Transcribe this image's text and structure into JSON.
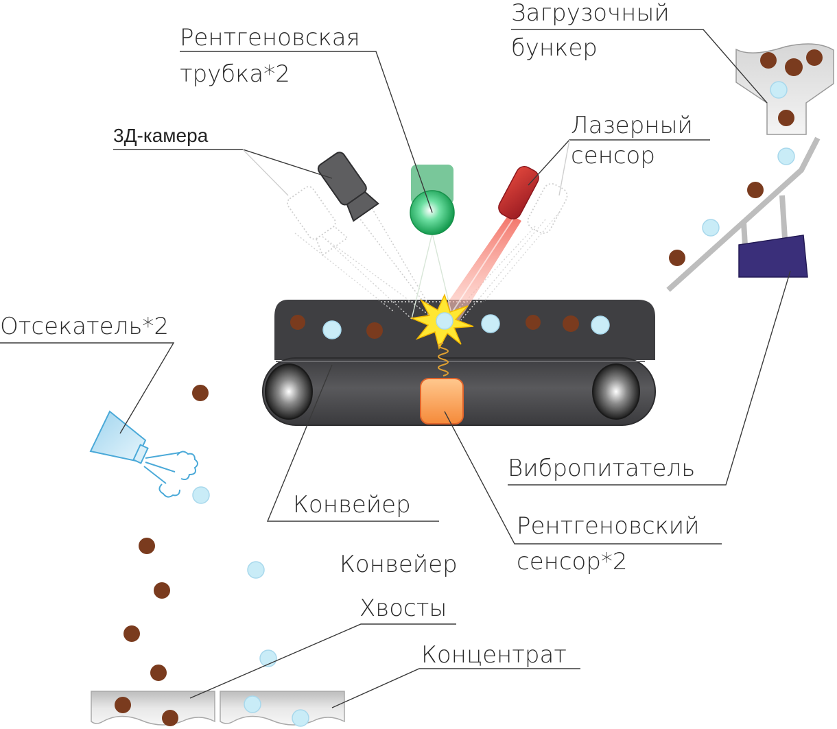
{
  "labels": {
    "hopper_1": "Загрузочный",
    "hopper_2": "бункер",
    "xray_tube_1": "Рентгеновская",
    "xray_tube_2": "трубка*2",
    "camera": "3Д-камера",
    "laser_1": "Лазерный",
    "laser_2": "сенсор",
    "ejector": "Отсекатель*2",
    "vibro_feeder": "Вибропитатель",
    "conveyor_1": "Конвейер",
    "conveyor_2": "Конвейер",
    "xray_sensor_1": "Рентгеновский",
    "xray_sensor_2": "сенсор*2",
    "tails": "Хвосты",
    "concentrate": "Концентрат"
  },
  "colors": {
    "ore_particle": "#7a3b1e",
    "waste_particle": "#c9ecf7",
    "conveyor_belt": "#4a4a4d",
    "xray_tube": "#1ea35a",
    "laser": "#b8232a",
    "xray_sensor": "#f59a45",
    "vibro_feeder": "#3a2f7a",
    "ejector": "#4aa9d8",
    "bins": "#c8c8c8",
    "frame": "#bdbdbd"
  },
  "icons": {
    "camera": "camera-icon",
    "xray_tube": "xray-tube-icon",
    "laser": "laser-sensor-icon",
    "xray_sensor": "xray-sensor-icon",
    "ejector": "air-nozzle-icon",
    "hopper": "hopper-icon",
    "feeder": "vibro-feeder-icon",
    "flash": "detection-flash-icon"
  }
}
